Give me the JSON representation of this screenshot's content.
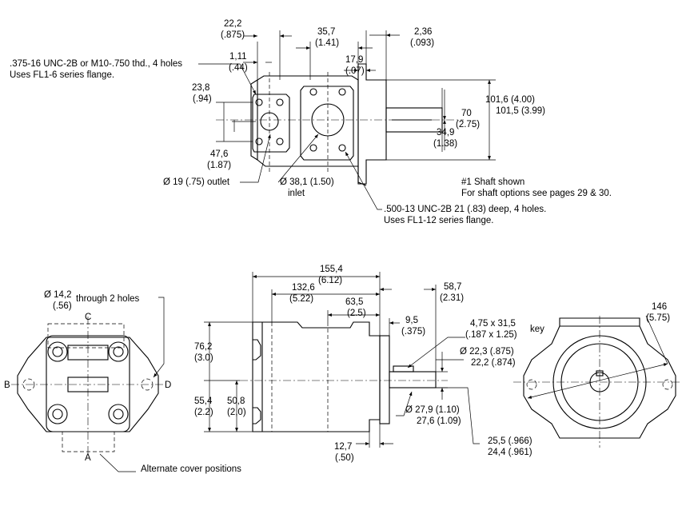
{
  "top_view": {
    "d_22_2": "22,2",
    "d_22_2_in": "(.875)",
    "d_35_7": "35,7",
    "d_35_7_in": "(1.41)",
    "d_2_36": "2,36",
    "d_2_36_in": "(.093)",
    "d_1_11": "1,11",
    "d_1_11_in": "(.44)",
    "d_17_9": "17,9",
    "d_17_9_in": "(.07)",
    "note_outlet_thread_1": ".375-16 UNC-2B or M10-.750 thd., 4 holes",
    "note_outlet_thread_2": "Uses FL1-6 series flange.",
    "d_23_8": "23,8",
    "d_23_8_in": "(.94)",
    "d_47_6": "47,6",
    "d_47_6_in": "(1.87)",
    "d_101_6": "101,6 (4.00)",
    "d_101_5": "101,5 (3.99)",
    "d_70": "70",
    "d_70_in": "(2.75)",
    "d_34_9": "34,9",
    "d_34_9_in": "(1.38)",
    "outlet_label": "Ø 19 (.75) outlet",
    "inlet_label_1": "Ø 38,1 (1.50)",
    "inlet_label_2": "inlet",
    "shaft_note_1": "#1 Shaft shown",
    "shaft_note_2": "For shaft options see pages 29 & 30.",
    "inlet_thread_1": ".500-13 UNC-2B 21 (.83) deep, 4 holes.",
    "inlet_thread_2": "Uses FL1-12 series flange."
  },
  "left_view": {
    "hole_dia": "Ø 14,2",
    "hole_dia_in": "(.56)",
    "hole_note": "through 2 holes",
    "pos_a": "A",
    "pos_b": "B",
    "pos_c": "C",
    "pos_d": "D",
    "alt_cover": "Alternate cover positions"
  },
  "side_view": {
    "d_155_4": "155,4",
    "d_155_4_in": "(6.12)",
    "d_132_6": "132,6",
    "d_132_6_in": "(5.22)",
    "d_63_5": "63,5",
    "d_63_5_in": "(2.5)",
    "d_58_7": "58,7",
    "d_58_7_in": "(2.31)",
    "d_9_5": "9,5",
    "d_9_5_in": "(.375)",
    "d_76_2": "76,2",
    "d_76_2_in": "(3.0)",
    "d_55_4": "55,4",
    "d_55_4_in": "(2.2)",
    "d_50_8": "50,8",
    "d_50_8_in": "(2,0)",
    "key_1": "4,75 x 31,5",
    "key_2": "(.187 x 1.25)",
    "key_word": "key",
    "d_22_3": "Ø 22,3 (.875)",
    "d_22_2": "22,2 (.874)",
    "d_27_9": "Ø 27,9 (1.10)",
    "d_27_6": "27,6 (1.09)",
    "d_25_5": "25,5 (.966)",
    "d_24_4": "24,4 (.961)",
    "d_12_7": "12,7",
    "d_12_7_in": "(.50)"
  },
  "right_view": {
    "d_146": "146",
    "d_146_in": "(5.75)"
  }
}
